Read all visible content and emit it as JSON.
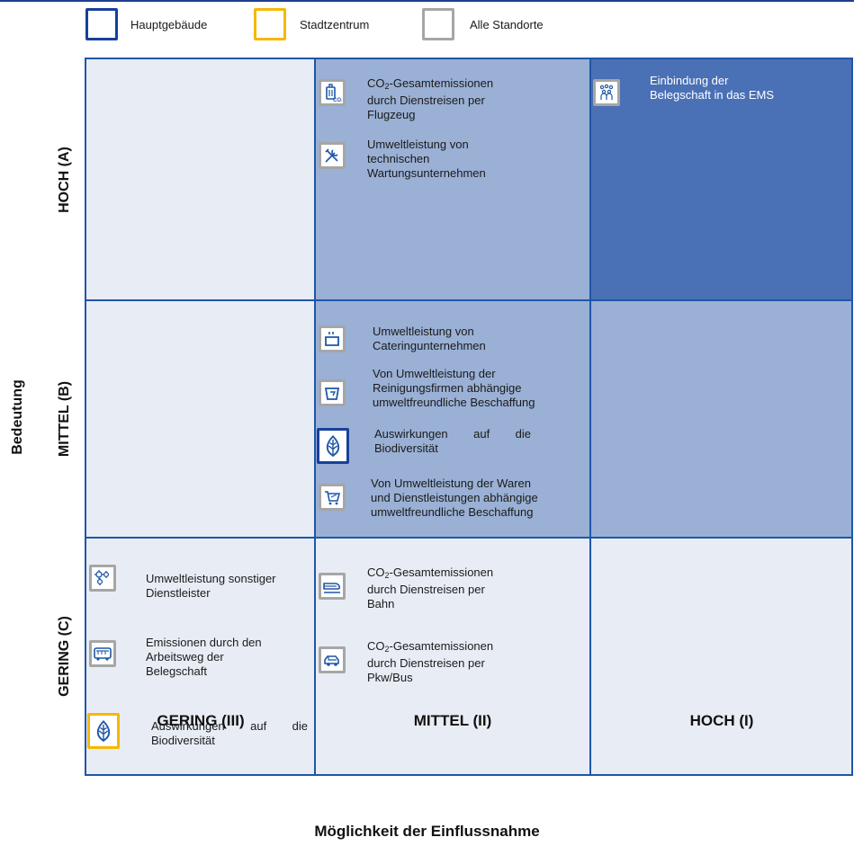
{
  "legend": [
    {
      "label": "Hauptgebäude",
      "color": "#17409c"
    },
    {
      "label": "Stadtzentrum",
      "color": "#f5b800"
    },
    {
      "label": "Alle Standorte",
      "color": "#a6a6a6"
    }
  ],
  "rows": [
    "HOCH (A)",
    "MITTEL (B)",
    "GERING (C)"
  ],
  "columns": [
    "GERING (III)",
    "MITTEL (II)",
    "HOCH (I)"
  ],
  "axis": {
    "y": "Bedeutung",
    "x": "Möglichkeit der Einflussnahme"
  },
  "colors": {
    "light": "#e8edf5",
    "medium": "#9ab0d5",
    "strong": "#4a70b5",
    "grid": "#1f56a8"
  },
  "items": {
    "flight": {
      "pre": "CO",
      "sub": "2",
      "post": "-Gesamtemissionen",
      "line2": "durch Dienstreisen per",
      "line3": "Flugzeug",
      "icon": "luggage-co2-icon"
    },
    "maintenance": {
      "line1": "Umweltleistung von",
      "line2": "technischen",
      "line3": "Wartungsunternehmen",
      "icon": "tools-icon"
    },
    "staff": {
      "line1": "Einbindung der",
      "line2": "Belegschaft in das EMS",
      "icon": "people-icon"
    },
    "catering": {
      "line1": "Umweltleistung von",
      "line2": "Cateringunternehmen",
      "icon": "cooking-pot-icon"
    },
    "cleaning": {
      "line1": "Von Umweltleistung der",
      "line2": "Reinigungsfirmen abhängige",
      "line3": "umweltfreundliche Beschaffung",
      "icon": "cleaning-bucket-icon"
    },
    "bio_b": {
      "line1": "Auswirkungen auf die",
      "line2": "Biodiversität",
      "icon": "leaf-icon"
    },
    "goods": {
      "line1": "Von Umweltleistung der Waren",
      "line2": "und Dienstleistungen abhängige",
      "line3": "umweltfreundliche Beschaffung",
      "icon": "shopping-cart-icon"
    },
    "other_services": {
      "line1": "Umweltleistung sonstiger",
      "line2": "Dienstleister",
      "icon": "gears-icon"
    },
    "commute": {
      "line1": "Emissionen durch den",
      "line2": "Arbeitsweg der",
      "line3": "Belegschaft",
      "icon": "bus-icon"
    },
    "bio_c": {
      "line1": "Auswirkungen auf die",
      "line2": "Biodiversität",
      "icon": "leaf-icon"
    },
    "rail": {
      "pre": "CO",
      "sub": "2",
      "post": "-Gesamtemissionen",
      "line2": "durch Dienstreisen per",
      "line3": "Bahn",
      "icon": "train-icon"
    },
    "car": {
      "pre": "CO",
      "sub": "2",
      "post": "-Gesamtemissionen",
      "line2": "durch Dienstreisen per",
      "line3": "Pkw/Bus",
      "icon": "car-icon"
    }
  }
}
